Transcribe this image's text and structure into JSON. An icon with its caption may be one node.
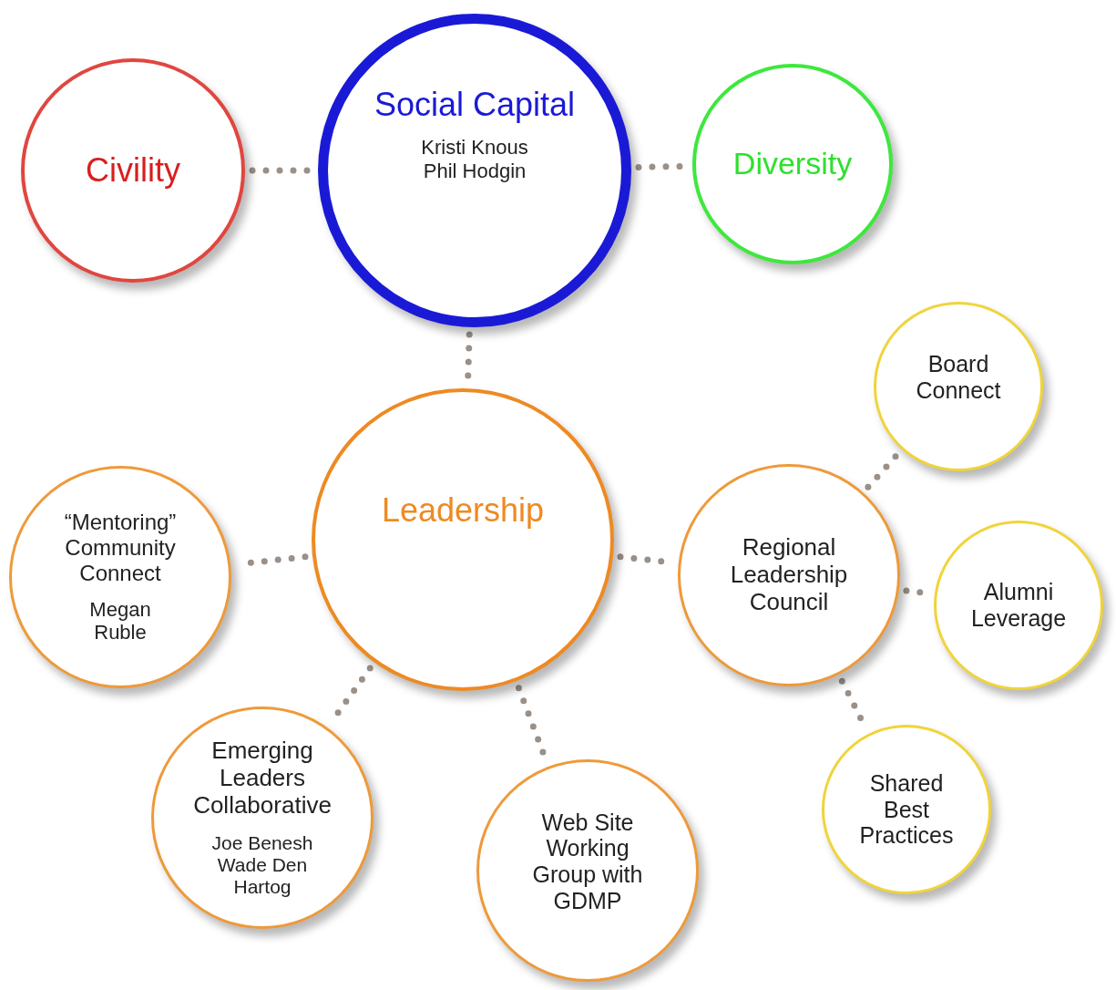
{
  "diagram": {
    "nodes": [
      {
        "text": [
          "Civility"
        ]
      },
      {
        "text": [
          "Social Capital",
          "Kristi Knous Phil Hodgin"
        ]
      },
      {
        "text": [
          "Diversity"
        ]
      },
      {
        "text": [
          "Leadership"
        ]
      },
      {
        "text": [
          "“Mentoring” Community Connect",
          "Megan Ruble"
        ]
      },
      {
        "text": [
          "Regional Leadership Council"
        ]
      },
      {
        "text": [
          "Board Connect"
        ]
      },
      {
        "text": [
          "Alumni Leverage"
        ]
      },
      {
        "text": [
          "Emerging Leaders Collaborative",
          "Joe Benesh Wade Den Hartog"
        ]
      },
      {
        "text": [
          "Web Site Working Group with GDMP"
        ]
      },
      {
        "text": [
          "Shared Best Practices"
        ]
      }
    ],
    "edges": [
      {
        "from": 0,
        "to": 1,
        "arrow": "none",
        "style": "dashed"
      },
      {
        "from": 1,
        "to": 2,
        "arrow": "none",
        "style": "dashed"
      },
      {
        "from": 1,
        "to": 3,
        "arrow": "none",
        "style": "dashed"
      },
      {
        "from": 3,
        "to": 4,
        "arrow": "none",
        "style": "dashed"
      },
      {
        "from": 3,
        "to": 5,
        "arrow": "none",
        "style": "dashed"
      },
      {
        "from": 3,
        "to": 8,
        "arrow": "none",
        "style": "dashed"
      },
      {
        "from": 3,
        "to": 9,
        "arrow": "none",
        "style": "dashed"
      },
      {
        "from": 5,
        "to": 6,
        "arrow": "none",
        "style": "dashed"
      },
      {
        "from": 5,
        "to": 7,
        "arrow": "none",
        "style": "dashed"
      },
      {
        "from": 5,
        "to": 10,
        "arrow": "none",
        "style": "dashed"
      }
    ]
  }
}
